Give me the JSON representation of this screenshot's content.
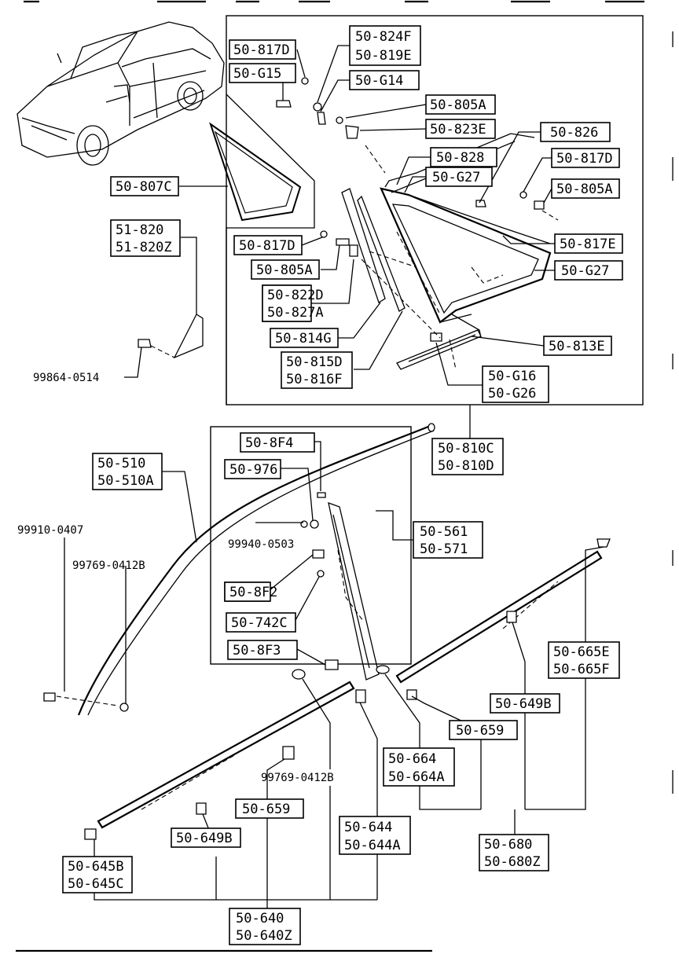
{
  "parts": {
    "p50_817D_a": "50-817D",
    "p50_G15": "50-G15",
    "p50_824F": "50-824F",
    "p50_819E": "50-819E",
    "p50_G14": "50-G14",
    "p50_805A_a": "50-805A",
    "p50_823E": "50-823E",
    "p50_826": "50-826",
    "p50_828": "50-828",
    "p50_G27_a": "50-G27",
    "p50_817D_b": "50-817D",
    "p50_805A_b": "50-805A",
    "p50_807C": "50-807C",
    "p51_820": "51-820",
    "p51_820Z": "51-820Z",
    "p50_817D_c": "50-817D",
    "p50_805A_c": "50-805A",
    "p50_817E": "50-817E",
    "p50_G27_b": "50-G27",
    "p50_822D": "50-822D",
    "p50_827A": "50-827A",
    "p50_814G": "50-814G",
    "p50_813E": "50-813E",
    "p50_815D": "50-815D",
    "p50_816F": "50-816F",
    "p50_G16": "50-G16",
    "p50_G26": "50-G26",
    "p99864_0514": "99864-0514",
    "p50_810C": "50-810C",
    "p50_810D": "50-810D",
    "p50_8F4": "50-8F4",
    "p50_976": "50-976",
    "p50_510": "50-510",
    "p50_510A": "50-510A",
    "p50_561": "50-561",
    "p50_571": "50-571",
    "p99910_0407": "99910-0407",
    "p99940_0503": "99940-0503",
    "p99769_0412B_a": "99769-0412B",
    "p50_8F2": "50-8F2",
    "p50_742C": "50-742C",
    "p50_8F3": "50-8F3",
    "p50_665E": "50-665E",
    "p50_665F": "50-665F",
    "p50_649B_a": "50-649B",
    "p50_659_a": "50-659",
    "p50_664": "50-664",
    "p50_664A": "50-664A",
    "p99769_0412B_b": "99769-0412B",
    "p50_659_b": "50-659",
    "p50_644": "50-644",
    "p50_644A": "50-644A",
    "p50_649B_b": "50-649B",
    "p50_680": "50-680",
    "p50_680Z": "50-680Z",
    "p50_645B": "50-645B",
    "p50_645C": "50-645C",
    "p50_640": "50-640",
    "p50_640Z": "50-640Z"
  },
  "colors": {
    "line": "#000000",
    "paper": "#ffffff"
  }
}
